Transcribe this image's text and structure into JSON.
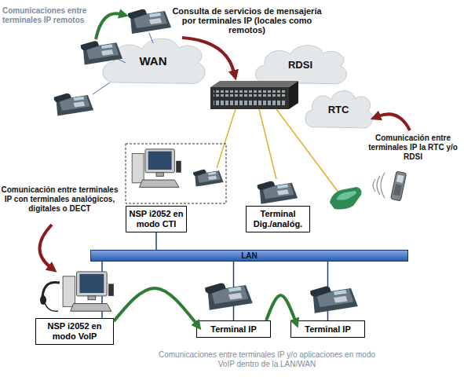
{
  "diagram": {
    "nodes": [
      {
        "text": [
          "WAN"
        ]
      },
      {
        "text": [
          "RDSI"
        ]
      },
      {
        "text": [
          "RTC"
        ]
      },
      {
        "text": [
          "NSP i2052 en modo CTI"
        ]
      },
      {
        "text": [
          "Terminal Dig./analóg."
        ]
      },
      {
        "text": [
          "LAN"
        ]
      },
      {
        "text": [
          "NSP i2052 en modo VoIP"
        ]
      },
      {
        "text": [
          "Terminal IP"
        ]
      },
      {
        "text": [
          "Terminal IP"
        ]
      }
    ],
    "edges": [
      {
        "from": 5,
        "to": 3,
        "arrow": "none"
      },
      {
        "from": 5,
        "to": 6,
        "arrow": "none"
      },
      {
        "from": 5,
        "to": 7,
        "arrow": "none"
      },
      {
        "from": 5,
        "to": 8,
        "arrow": "none"
      },
      {
        "from": 6,
        "to": 7,
        "arrow": "to"
      },
      {
        "from": 7,
        "to": 8,
        "arrow": "to"
      }
    ],
    "labels": [
      "Comunicaciones entre terminales IP remotos",
      "Consulta de servicios de mensajería por terminales IP (locales como remotos)",
      "Comunicación entre terminales IP la RTC y/o RDSI",
      "Comunicación entre terminales IP con terminales analógicos, digitales o DECT",
      "Comunicaciones entre terminales IP y/o aplicaciones en modo VoIP dentro de la LAN/WAN"
    ]
  }
}
